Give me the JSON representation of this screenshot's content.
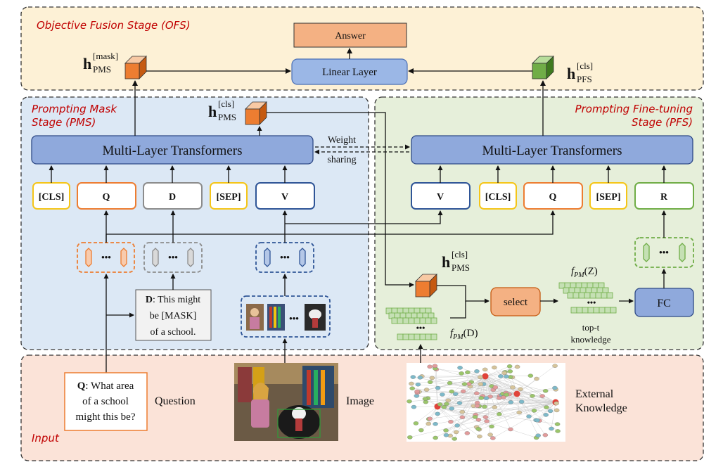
{
  "stages": {
    "ofs": "Objective Fusion Stage (OFS)",
    "pms_line1": "Prompting Mask",
    "pms_line2": "Stage (PMS)",
    "pfs_line1": "Prompting Fine-tuning",
    "pfs_line2": "Stage (PFS)",
    "input": "Input"
  },
  "ofs": {
    "answer": "Answer",
    "linear_layer": "Linear Layer",
    "h_base": "h",
    "h_mask_sup": "[mask]",
    "h_mask_sub": "PMS",
    "h_pfs_sup": "[cls]",
    "h_pfs_sub": "PFS"
  },
  "pms": {
    "transformer": "Multi-Layer Transformers",
    "h_sup": "[cls]",
    "h_sub": "PMS",
    "tokens": [
      "[CLS]",
      "Q",
      "D",
      "[SEP]",
      "V"
    ],
    "dots": "•••",
    "doc_bold": "D",
    "doc_line1": ": This might",
    "doc_line2": "be [MASK]",
    "doc_line3": "of a school."
  },
  "weight_sharing": {
    "line1": "Weight",
    "line2": "sharing"
  },
  "pfs": {
    "transformer": "Multi-Layer Transformers",
    "tokens": [
      "V",
      "[CLS]",
      "Q",
      "[SEP]",
      "R"
    ],
    "h_sup": "[cls]",
    "h_sub": "PMS",
    "select": "select",
    "fc": "FC",
    "fpm_z_f": "f",
    "fpm_z_sub": "PM",
    "fpm_z_arg": "(Z)",
    "fpm_d_f": "f",
    "fpm_d_sub": "PM",
    "fpm_d_arg": "(D)",
    "top_t_line1": "top-t",
    "top_t_line2": "knowledge",
    "dots": "•••"
  },
  "input": {
    "q_bold": "Q",
    "q_line1": ": What area",
    "q_line2": "of a school",
    "q_line3": "might this be?",
    "question_label": "Question",
    "image_label": "Image",
    "ek_line1": "External",
    "ek_line2": "Knowledge"
  },
  "colors": {
    "ofs_bg": "#fdf1d6",
    "pms_bg": "#dce8f5",
    "pfs_bg": "#e6efda",
    "input_bg": "#fbe3d8",
    "transformer_fill": "#8fa9dc",
    "answer_fill": "#f4b183",
    "linear_fill": "#9bb7e6",
    "orange": "#ed7d31",
    "gray": "#8c8c8c",
    "yellow": "#f5c518",
    "blue": "#2f5597",
    "green": "#70ad47",
    "stage_title": "#c00000"
  }
}
